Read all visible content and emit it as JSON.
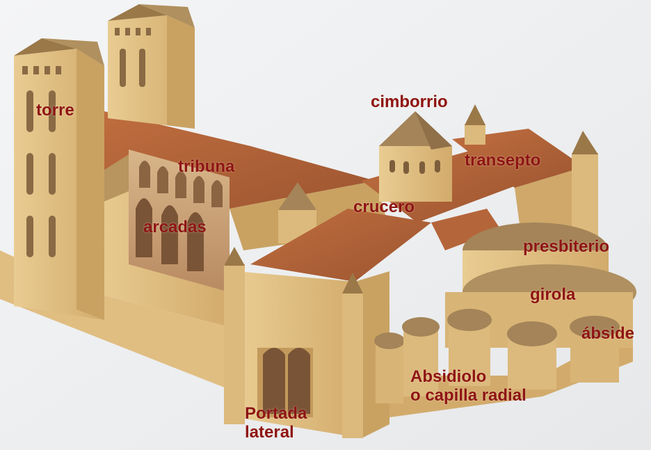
{
  "labels": {
    "torre": "torre",
    "tribuna": "tribuna",
    "arcadas": "arcadas",
    "cimborrio": "cimborrio",
    "transepto": "transepto",
    "crucero": "crucero",
    "presbiterio": "presbiterio",
    "girola": "girola",
    "abside": "ábside",
    "absidiolo_line1": "Absidiolo",
    "absidiolo_line2": "o capilla radial",
    "portada_line1": "Portada",
    "portada_line2": "lateral"
  },
  "colors": {
    "label": "#8e1414",
    "stone": "#e3c489",
    "stone_shade": "#c9a262",
    "roof": "#b5653a",
    "roof_shade": "#8f4a28",
    "background": "#eef0f2"
  }
}
